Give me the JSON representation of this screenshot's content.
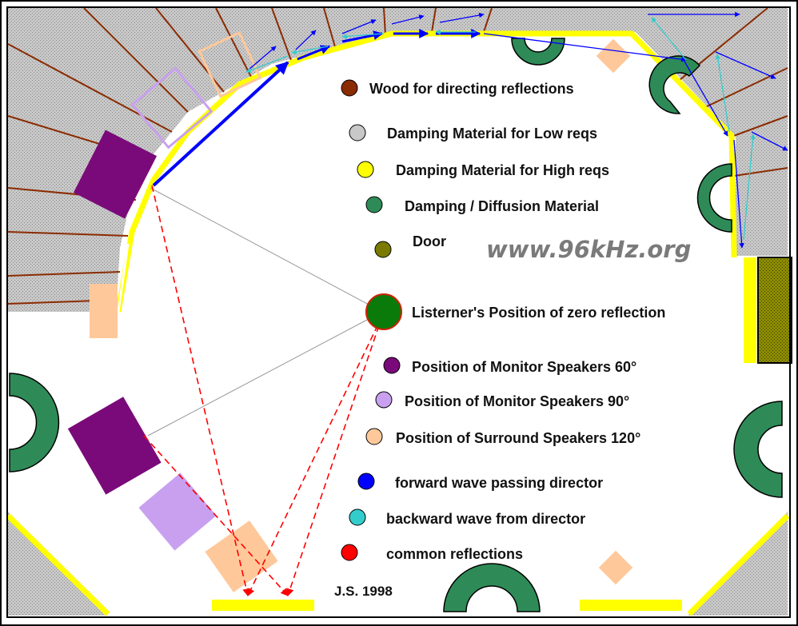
{
  "legend": [
    {
      "id": "wood",
      "label": "Wood for directing reflections",
      "color": "#8b2b00"
    },
    {
      "id": "damp-low",
      "label": "Damping Material for Low reqs",
      "color": "#c8c8c8"
    },
    {
      "id": "damp-high",
      "label": "Damping Material for High reqs",
      "color": "#ffff00"
    },
    {
      "id": "diffusion",
      "label": "Damping / Diffusion Material",
      "color": "#2e8b57"
    },
    {
      "id": "door",
      "label": "Door",
      "color": "#7a7a00"
    },
    {
      "id": "listener",
      "label": "Listerner's Position of zero reflection",
      "color": "#0a7a0a"
    },
    {
      "id": "mon60",
      "label": "Position of Monitor Speakers 60°",
      "color": "#7a0a7a"
    },
    {
      "id": "mon90",
      "label": "Position of Monitor Speakers 90°",
      "color": "#c9a0f0"
    },
    {
      "id": "sur120",
      "label": "Position of Surround Speakers 120°",
      "color": "#ffc89a"
    },
    {
      "id": "forward",
      "label": "forward wave passing director",
      "color": "#0000ff"
    },
    {
      "id": "backward",
      "label": "backward wave from director",
      "color": "#33cccc"
    },
    {
      "id": "common",
      "label": "common reflections",
      "color": "#ff0000"
    }
  ],
  "watermark": "www.96kHz.org",
  "credit": "J.S. 1998",
  "colors": {
    "hatch_bg": "#c8c8c8",
    "wood": "#8b2b00",
    "yellow": "#ffff00",
    "green": "#2e8b57",
    "door": "#7a7a00",
    "blue": "#0000ff",
    "cyan": "#33cccc",
    "red": "#ff0000"
  }
}
